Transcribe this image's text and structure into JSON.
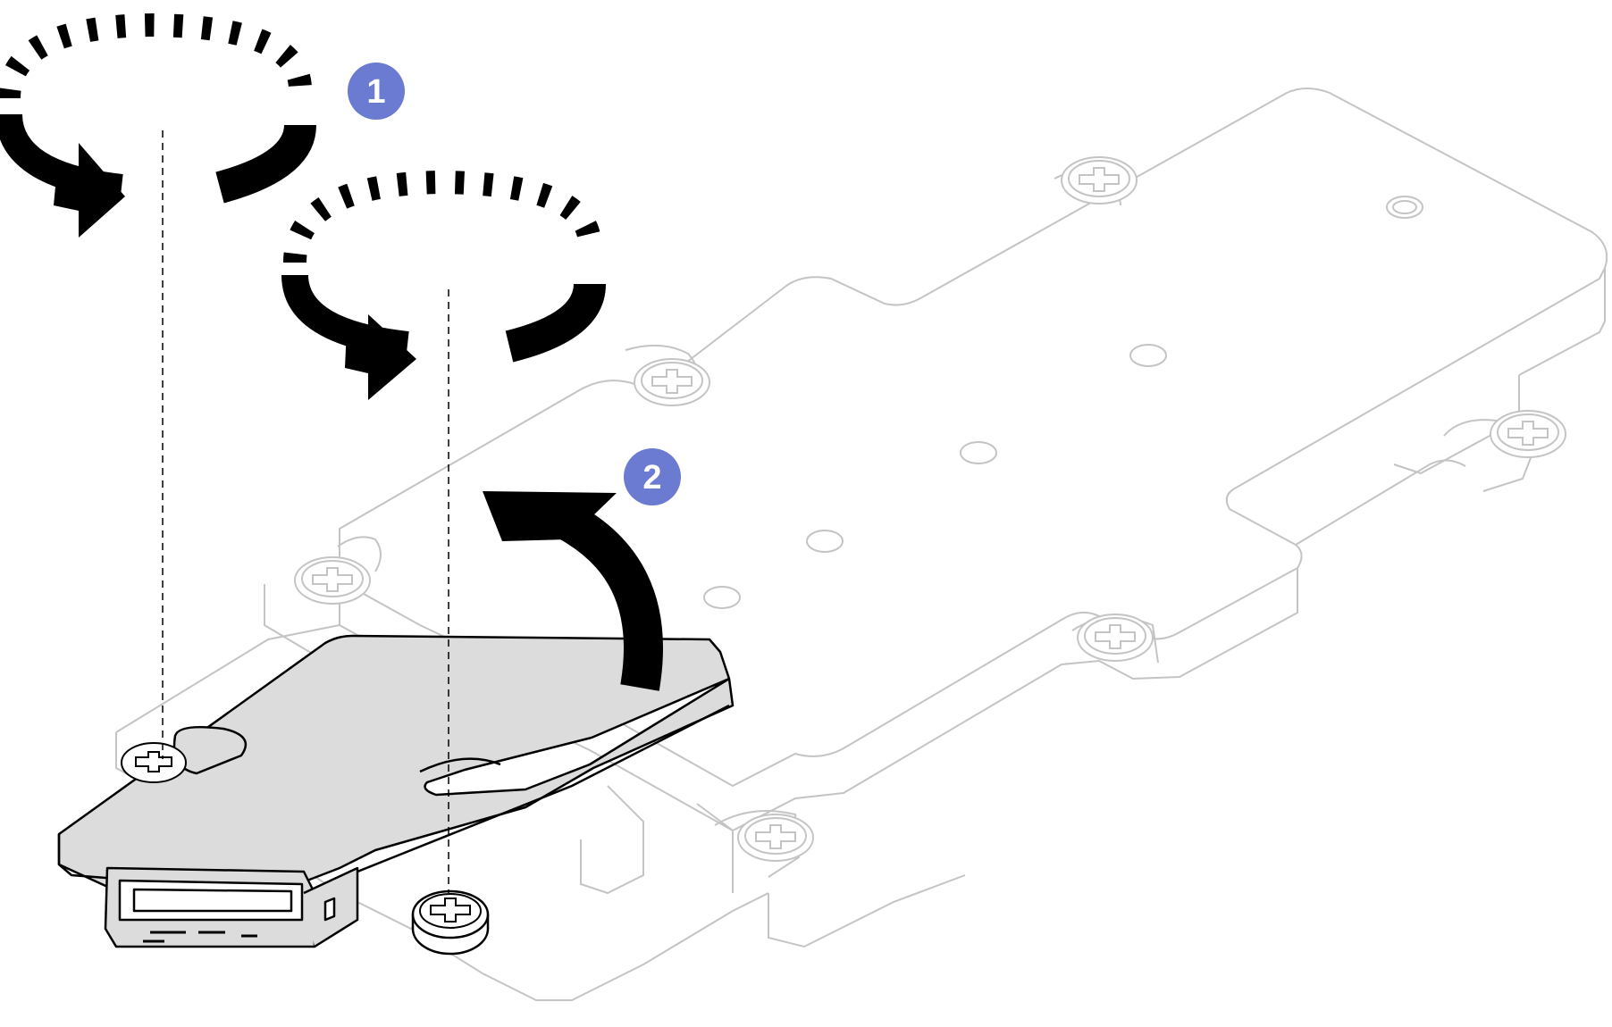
{
  "steps": [
    {
      "number": "1",
      "action": "loosen-screws"
    },
    {
      "number": "2",
      "action": "lift-module"
    }
  ],
  "colors": {
    "badge": "#6b7bd1",
    "outline_light": "#c4c4c4",
    "component_fill": "#e0e0e0",
    "arrow": "#000000"
  },
  "icons": [
    "rotation-arrow-icon",
    "curved-lift-arrow-icon",
    "cross-screw-icon",
    "step-badge"
  ]
}
